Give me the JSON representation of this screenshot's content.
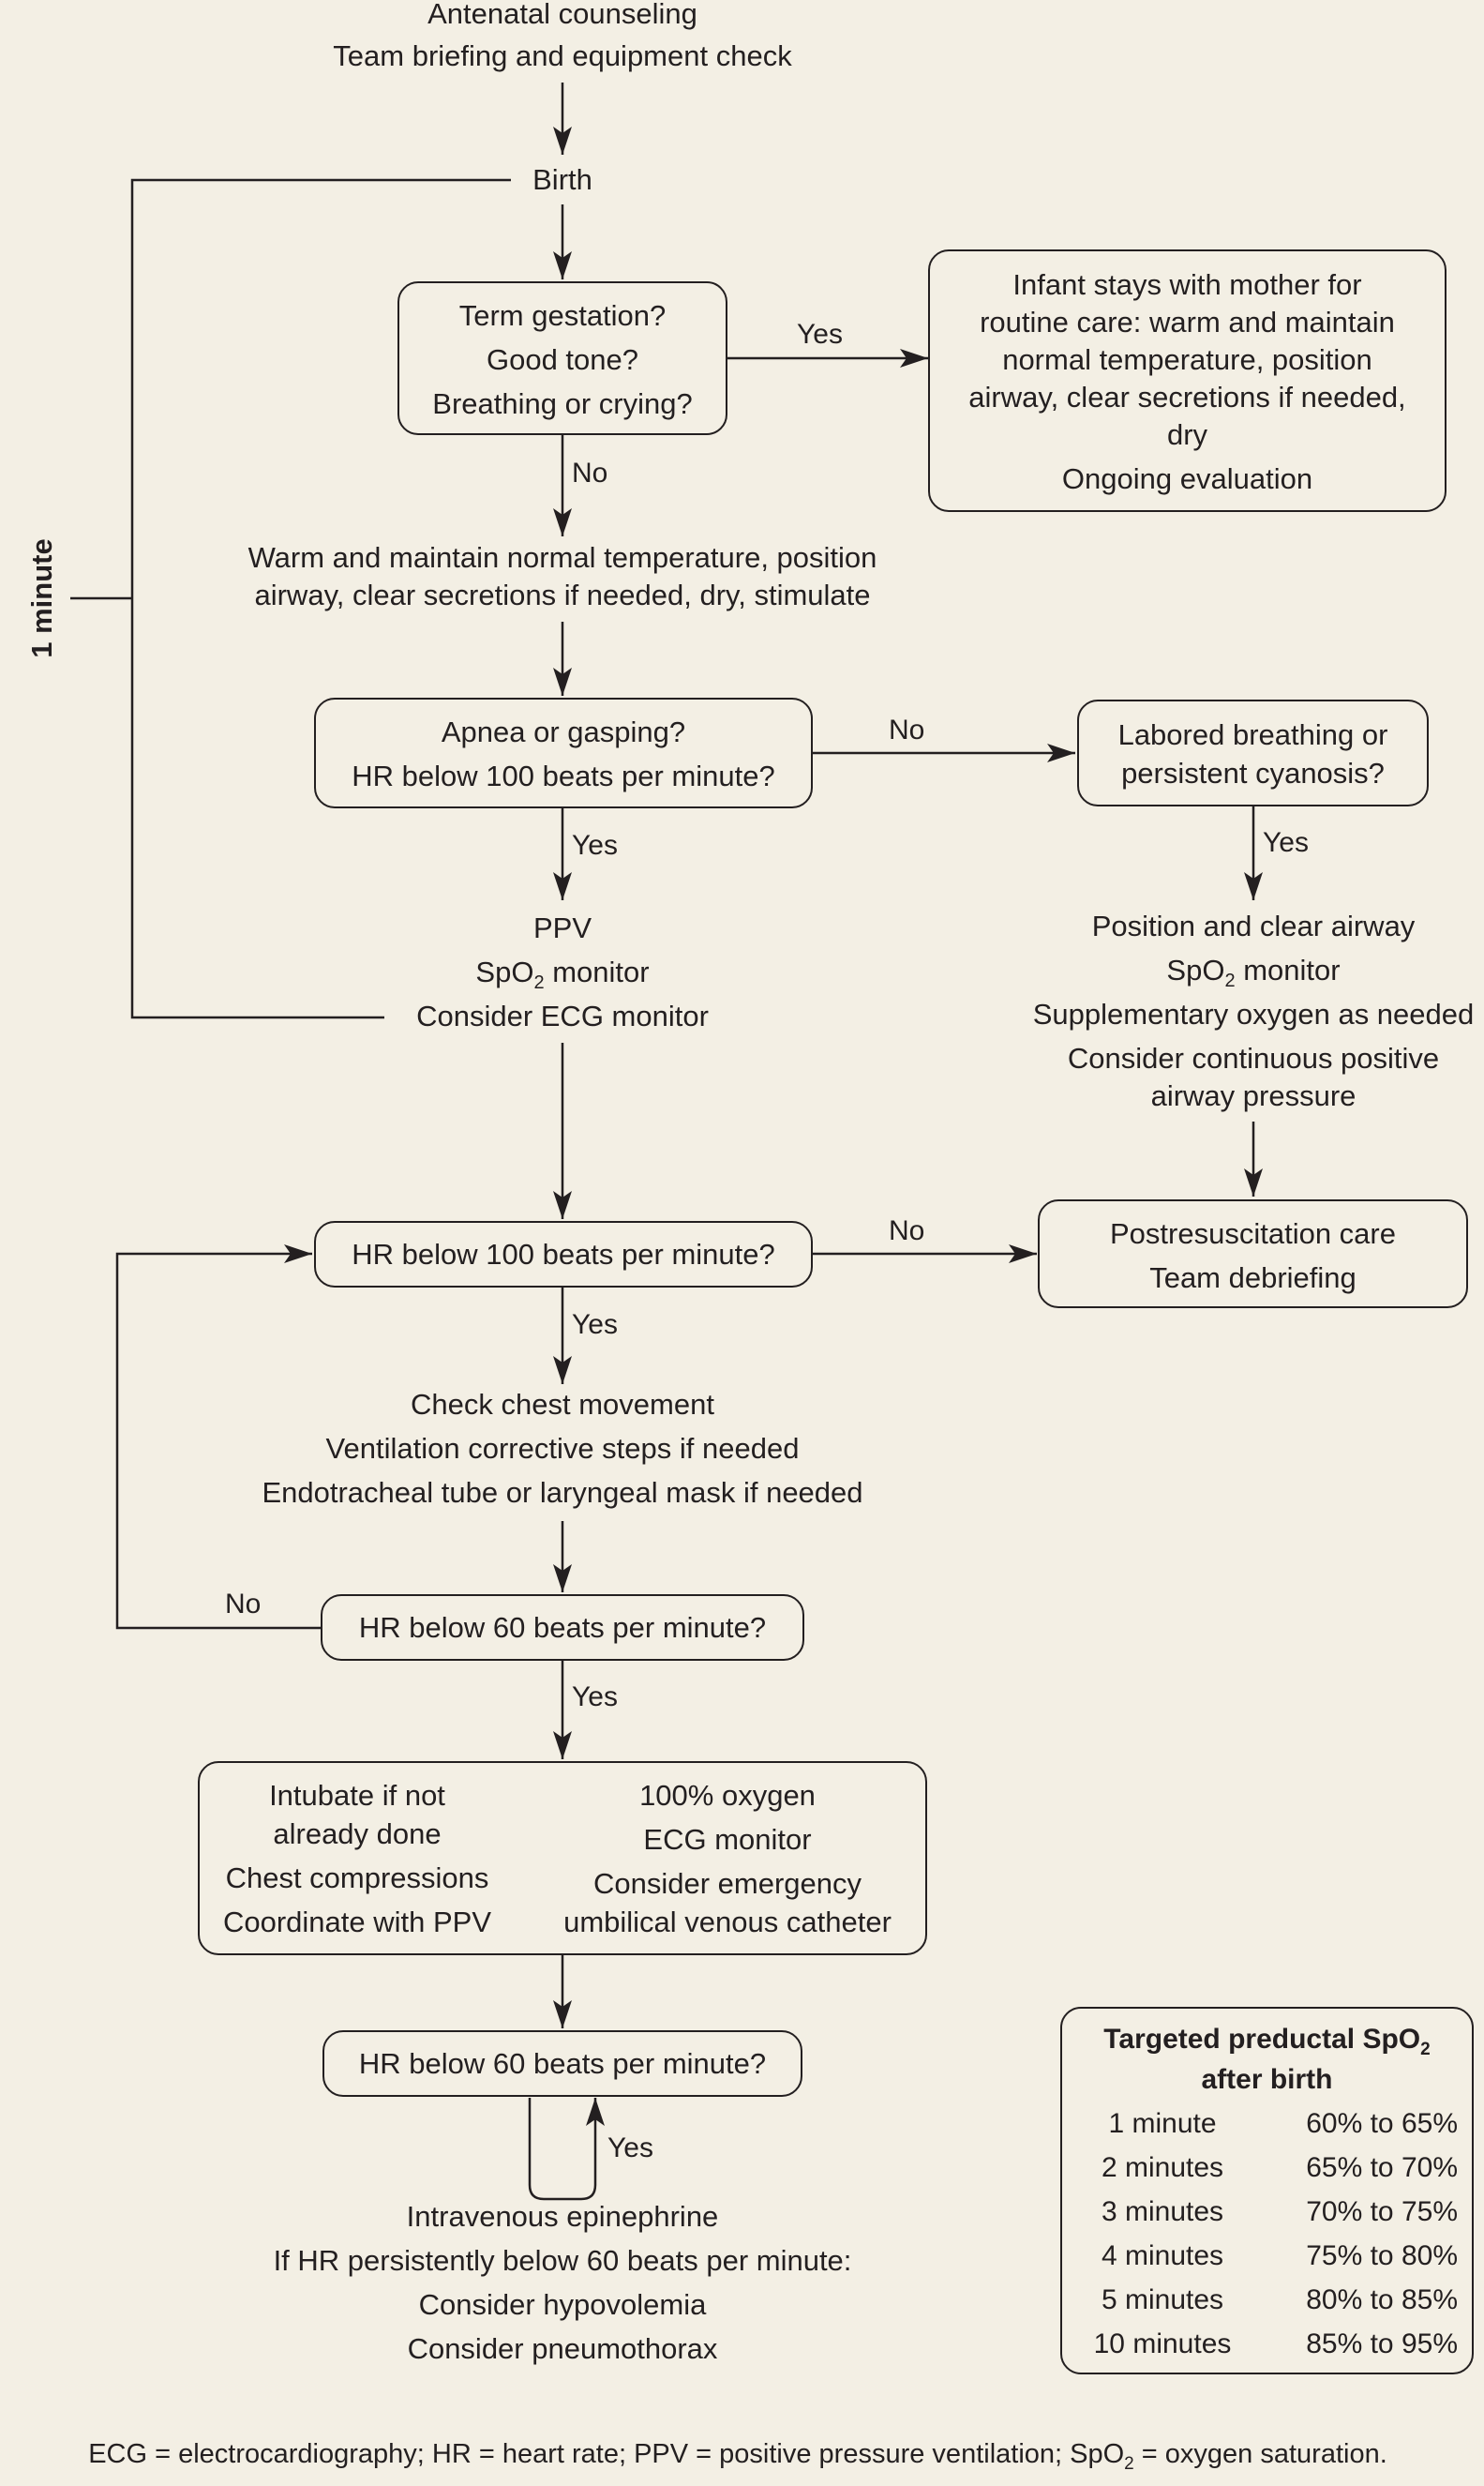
{
  "top": {
    "counseling": "Antenatal counseling",
    "briefing": "Team briefing and equipment check",
    "birth": "Birth"
  },
  "side_label": "1 minute",
  "q1": {
    "line1": "Term gestation?",
    "line2": "Good tone?",
    "line3": "Breathing or crying?"
  },
  "yes_box": {
    "line1": "Infant stays with mother for",
    "line2": "routine care: warm and maintain",
    "line3": "normal temperature, position",
    "line4": "airway, clear secretions if needed,",
    "line5": "dry",
    "line6": "Ongoing evaluation"
  },
  "warm": {
    "line1": "Warm and maintain normal temperature, position",
    "line2": "airway, clear secretions if needed, dry, stimulate"
  },
  "q2": {
    "line1": "Apnea or gasping?",
    "line2": "HR below 100 beats per minute?"
  },
  "q2b": {
    "line1": "Labored breathing or",
    "line2": "persistent cyanosis?"
  },
  "ppv": {
    "line1": "PPV",
    "line2_pre": "SpO",
    "line2_sub": "2",
    "line2_post": " monitor",
    "line3": "Consider ECG monitor"
  },
  "airway": {
    "line1": "Position and clear airway",
    "line2_pre": "SpO",
    "line2_sub": "2",
    "line2_post": " monitor",
    "line3": "Supplementary oxygen as needed",
    "line4": "Consider continuous positive",
    "line5": "airway pressure"
  },
  "q3": "HR below 100 beats per minute?",
  "post": {
    "line1": "Postresuscitation care",
    "line2": "Team debriefing"
  },
  "check": {
    "line1": "Check chest movement",
    "line2": "Ventilation corrective steps if needed",
    "line3": "Endotracheal tube or laryngeal mask if needed"
  },
  "q4": "HR below 60 beats per minute?",
  "intubate": {
    "left1": "Intubate if not",
    "left2": "already done",
    "left3": "Chest compressions",
    "left4": "Coordinate with PPV",
    "right1": "100% oxygen",
    "right2": "ECG monitor",
    "right3": "Consider emergency",
    "right4": "umbilical venous catheter"
  },
  "q5": "HR below 60 beats per minute?",
  "epi": {
    "line1": "Intravenous epinephrine",
    "line2": "If HR persistently below 60 beats per minute:",
    "line3": "Consider hypovolemia",
    "line4": "Consider pneumothorax"
  },
  "labels": {
    "yes": "Yes",
    "no": "No"
  },
  "spo2_table": {
    "title_pre": "Targeted preductal SpO",
    "title_sub": "2",
    "title_line2": "after birth",
    "rows": [
      {
        "time": "1 minute",
        "range": "60% to 65%"
      },
      {
        "time": "2 minutes",
        "range": "65% to 70%"
      },
      {
        "time": "3 minutes",
        "range": "70% to 75%"
      },
      {
        "time": "4 minutes",
        "range": "75% to 80%"
      },
      {
        "time": "5 minutes",
        "range": "80% to 85%"
      },
      {
        "time": "10 minutes",
        "range": "85% to 95%"
      }
    ]
  },
  "footnote_pre": "ECG = electrocardiography; HR = heart rate; PPV = positive pressure ventilation; SpO",
  "footnote_sub": "2",
  "footnote_post": " = oxygen saturation."
}
